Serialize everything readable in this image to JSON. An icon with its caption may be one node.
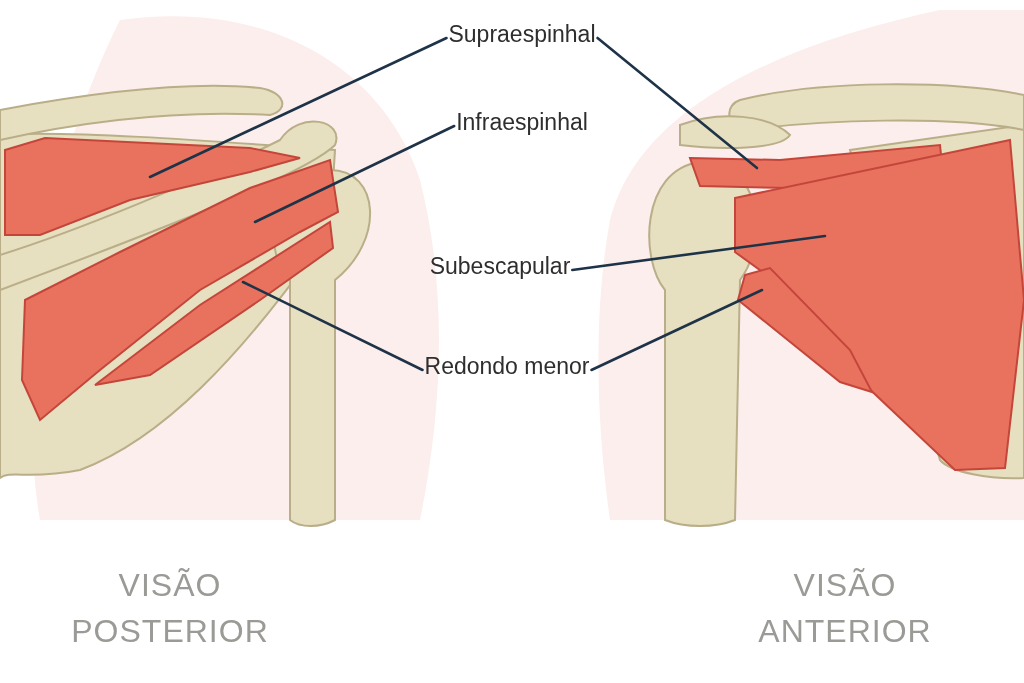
{
  "diagram": {
    "nodes": [
      {
        "text": [
          "Supraespinhal"
        ]
      },
      {
        "text": [
          "Infraespinhal"
        ]
      },
      {
        "text": [
          "Subescapular"
        ]
      },
      {
        "text": [
          "Redondo menor"
        ]
      },
      {
        "text": [],
        "shape": "picture"
      },
      {
        "text": [],
        "shape": "picture"
      },
      {
        "text": [],
        "shape": "picture"
      },
      {
        "text": [],
        "shape": "picture"
      },
      {
        "text": [],
        "shape": "picture"
      },
      {
        "text": [],
        "shape": "picture"
      }
    ],
    "edges": [
      {
        "from": 0,
        "to": 4,
        "arrow": "none"
      },
      {
        "from": 0,
        "to": 7,
        "arrow": "none"
      },
      {
        "from": 1,
        "to": 5,
        "arrow": "none"
      },
      {
        "from": 2,
        "to": 8,
        "arrow": "none"
      },
      {
        "from": 3,
        "to": 6,
        "arrow": "none"
      },
      {
        "from": 3,
        "to": 9,
        "arrow": "none"
      }
    ],
    "labels": [
      "VISÃO POSTERIOR",
      "VISÃO ANTERIOR"
    ]
  }
}
